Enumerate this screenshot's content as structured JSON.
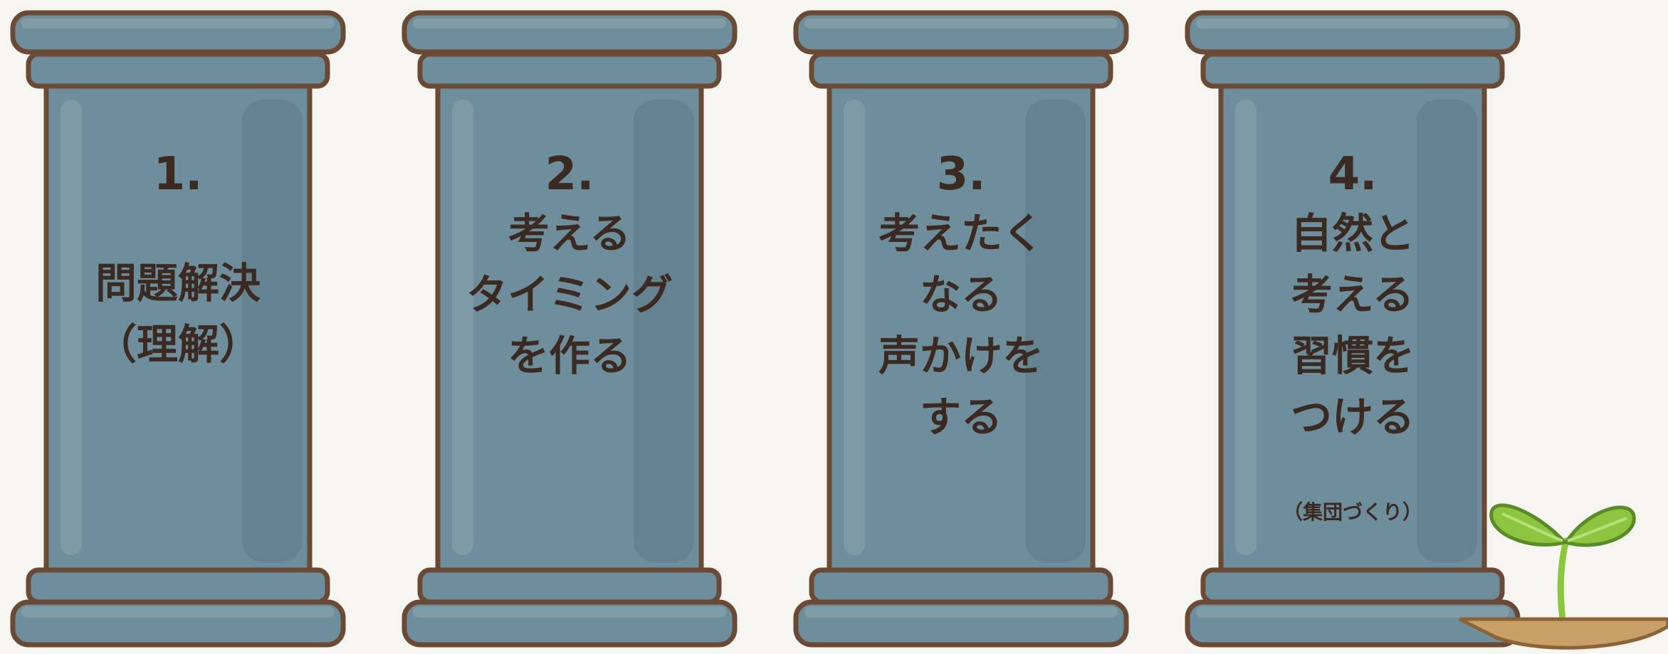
{
  "pillars": [
    {
      "number": "1.",
      "lines": [
        "問題解決",
        "（理解）"
      ],
      "note": ""
    },
    {
      "number": "2.",
      "lines": [
        "考える",
        "タイミング",
        "を作る"
      ],
      "note": ""
    },
    {
      "number": "3.",
      "lines": [
        "考えたく",
        "なる",
        "声かけを",
        "する"
      ],
      "note": ""
    },
    {
      "number": "4.",
      "lines": [
        "自然と",
        "考える",
        "習慣を",
        "つける"
      ],
      "note": "（集団づくり）"
    }
  ],
  "colors": {
    "background": "#f7f5f0",
    "pillar_fill": "#6f8e9b",
    "pillar_shadow": "#5b7886",
    "pillar_outline": "#6b4a35",
    "text": "#3a2a22",
    "leaf": "#8cc63f",
    "soil": "#c9a068"
  },
  "icons": [
    "pillar-icon",
    "sprout-icon"
  ]
}
